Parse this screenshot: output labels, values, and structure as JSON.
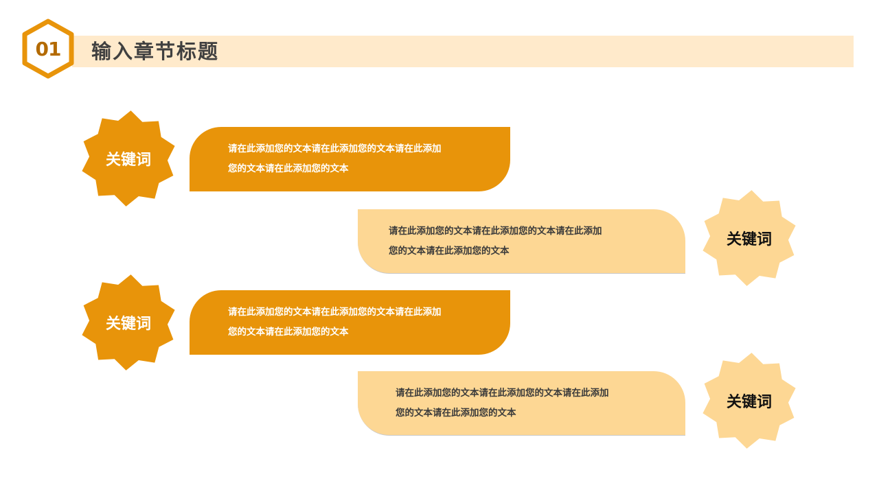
{
  "header": {
    "number": "01",
    "title": "输入章节标题"
  },
  "colors": {
    "accent": "#E8940A",
    "light": "#FDD794",
    "header_bg": "#FFEACB",
    "title_text": "#404040"
  },
  "items": [
    {
      "keyword": "关键词",
      "text_line1": "请在此添加您的文本请在此添加您的文本请在此添加",
      "text_line2": "您的文本请在此添加您的文本"
    },
    {
      "keyword": "关键词",
      "text_line1": "请在此添加您的文本请在此添加您的文本请在此添加",
      "text_line2": "您的文本请在此添加您的文本"
    },
    {
      "keyword": "关键词",
      "text_line1": "请在此添加您的文本请在此添加您的文本请在此添加",
      "text_line2": "您的文本请在此添加您的文本"
    },
    {
      "keyword": "关键词",
      "text_line1": "请在此添加您的文本请在此添加您的文本请在此添加",
      "text_line2": "您的文本请在此添加您的文本"
    }
  ]
}
